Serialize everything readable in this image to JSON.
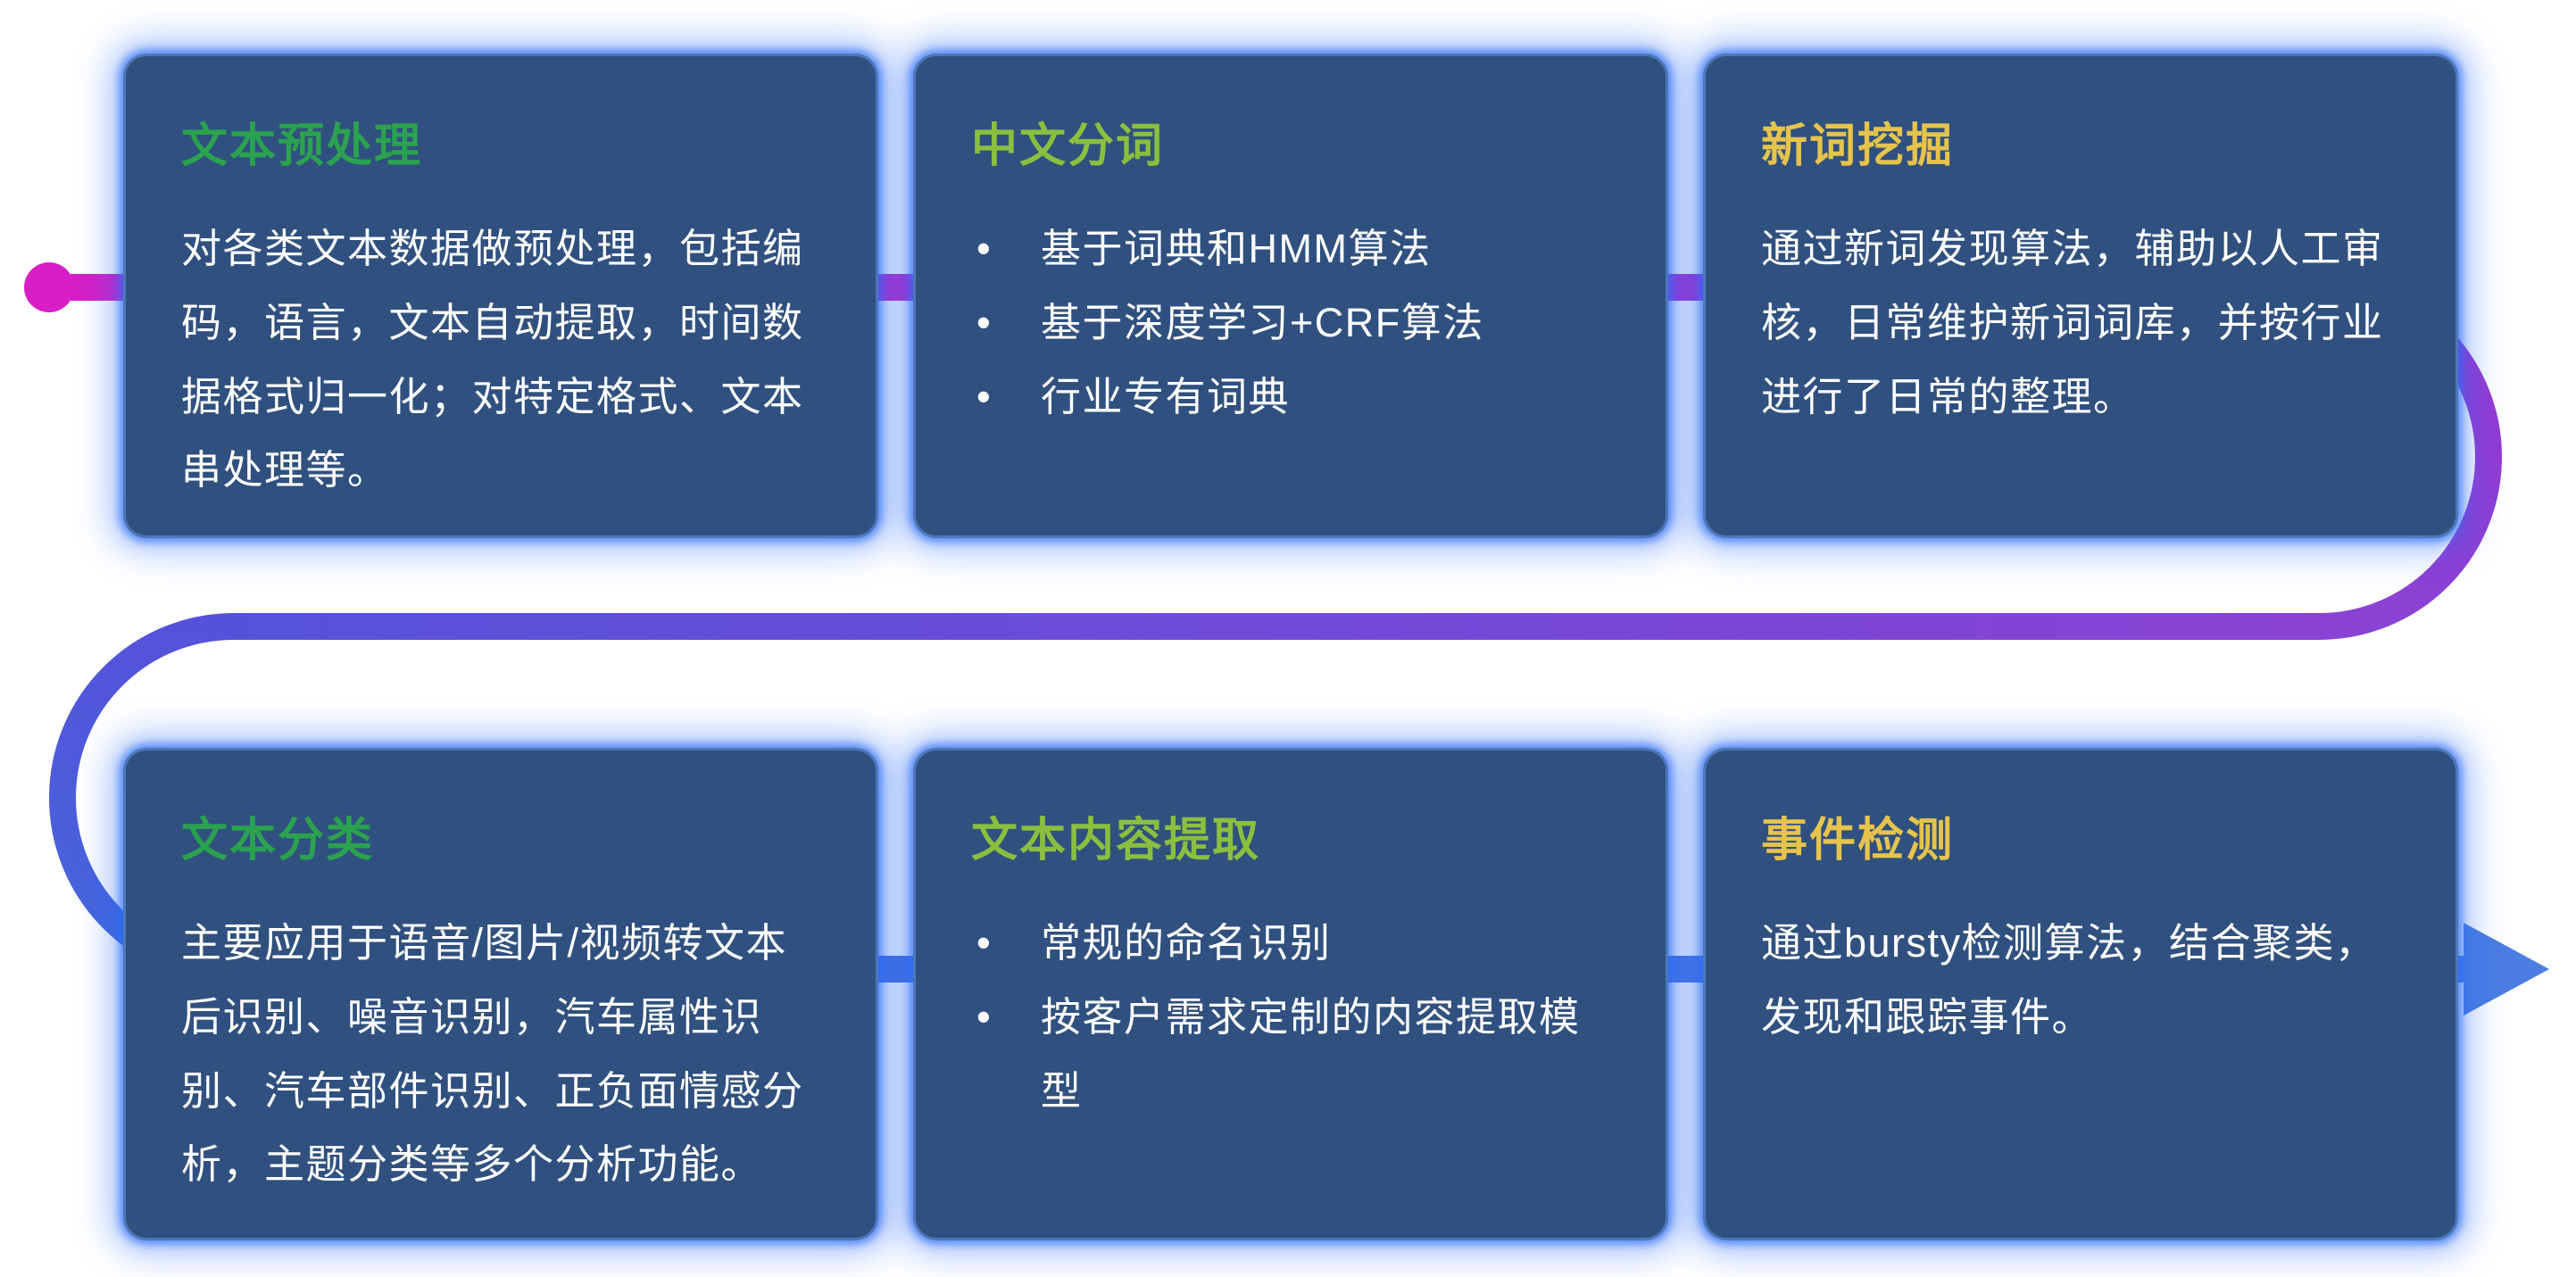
{
  "diagram": {
    "bullet_icon": "•",
    "cards": [
      {
        "title": "文本预处理",
        "body": "对各类文本数据做预处理，包括编码，语言，文本自动提取，时间数据格式归一化；对特定格式、文本串处理等。"
      },
      {
        "title": "中文分词",
        "bullets": [
          "基于词典和HMM算法",
          "基于深度学习+CRF算法",
          "行业专有词典"
        ]
      },
      {
        "title": "新词挖掘",
        "body": "通过新词发现算法，辅助以人工审核，日常维护新词词库，并按行业进行了日常的整理。"
      },
      {
        "title": "文本分类",
        "body": "主要应用于语音/图片/视频转文本后识别、噪音识别，汽车属性识别、汽车部件识别、正负面情感分析，主题分类等多个分析功能。"
      },
      {
        "title": "文本内容提取",
        "bullets": [
          "常规的命名识别",
          "按客户需求定制的内容提取模型"
        ]
      },
      {
        "title": "事件检测",
        "body": "通过bursty检测算法，结合聚类，发现和跟踪事件。"
      }
    ],
    "colors": {
      "card_background": "#30517f",
      "card_glow": "#2e6ef5",
      "title_green": "#2ba24f",
      "title_lime": "#8cbe3f",
      "title_yellow": "#e6c44c",
      "body_text": "#ffffff",
      "flow_start_magenta": "#d81ec6",
      "flow_purple": "#9a35d0",
      "flow_indigo": "#5552da",
      "flow_blue": "#4b7de2"
    }
  }
}
